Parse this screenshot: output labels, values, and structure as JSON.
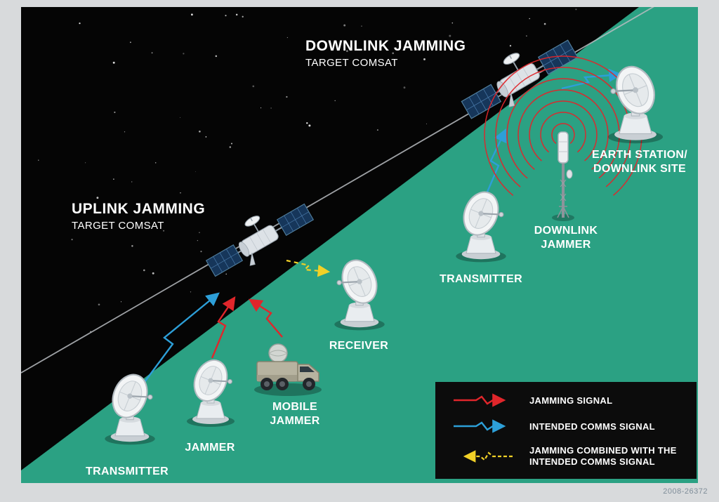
{
  "meta": {
    "figure_id": "2008-26372"
  },
  "colors": {
    "space": "#050505",
    "ground": "#2ba183",
    "jamming_signal": "#e0262b",
    "intended_comms_signal": "#2d9fd8",
    "combined_signal": "#f2d127",
    "legend_background": "#0c0c0c"
  },
  "sections": {
    "uplink": {
      "title": "UPLINK JAMMING",
      "subtitle": "TARGET COMSAT"
    },
    "downlink": {
      "title": "DOWNLINK JAMMING",
      "subtitle": "TARGET COMSAT"
    }
  },
  "nodes": {
    "transmitter_left": {
      "label": "TRANSMITTER"
    },
    "jammer": {
      "label": "JAMMER"
    },
    "mobile_jammer": {
      "label": "MOBILE JAMMER"
    },
    "receiver": {
      "label": "RECEIVER"
    },
    "transmitter_right": {
      "label": "TRANSMITTER"
    },
    "downlink_jammer": {
      "label": "DOWNLINK JAMMER"
    },
    "earth_station": {
      "label": "EARTH STATION/ DOWNLINK SITE"
    }
  },
  "legend": {
    "items": [
      {
        "id": "jamming",
        "label": "JAMMING SIGNAL",
        "color": "#e0262b",
        "dashed": false
      },
      {
        "id": "comms",
        "label": "INTENDED COMMS SIGNAL",
        "color": "#2d9fd8",
        "dashed": false
      },
      {
        "id": "combined",
        "label": "JAMMING COMBINED WITH THE INTENDED COMMS SIGNAL",
        "color": "#f2d127",
        "dashed": true
      }
    ]
  }
}
